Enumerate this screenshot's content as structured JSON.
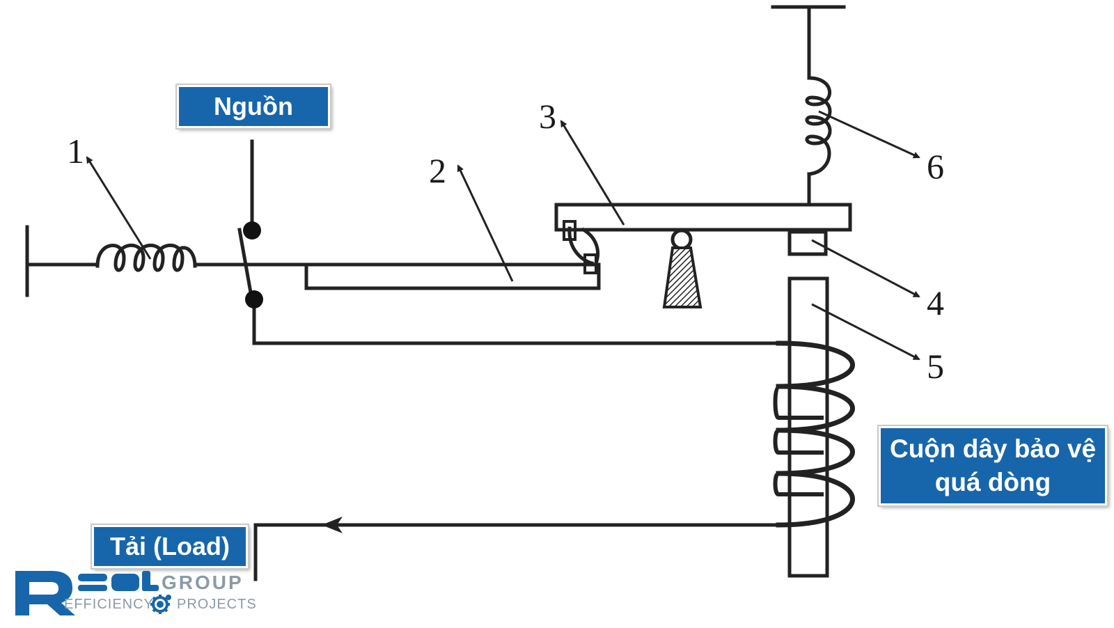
{
  "labels": {
    "source": "Nguồn",
    "load": "Tải (Load)",
    "coil": "Cuộn dây bảo vệ quá dòng"
  },
  "part_numbers": [
    "1",
    "2",
    "3",
    "4",
    "5",
    "6"
  ],
  "logo": {
    "brand": "REAL",
    "group": "GROUP",
    "tagline_left": "EFFICIENCY",
    "tagline_right": "PROJECTS"
  },
  "colors": {
    "line": "#222222",
    "label_background": "#1766ab",
    "label_text": "#ffffff",
    "logo_blue": "#1766ab",
    "logo_gray": "#8a9aa8"
  }
}
